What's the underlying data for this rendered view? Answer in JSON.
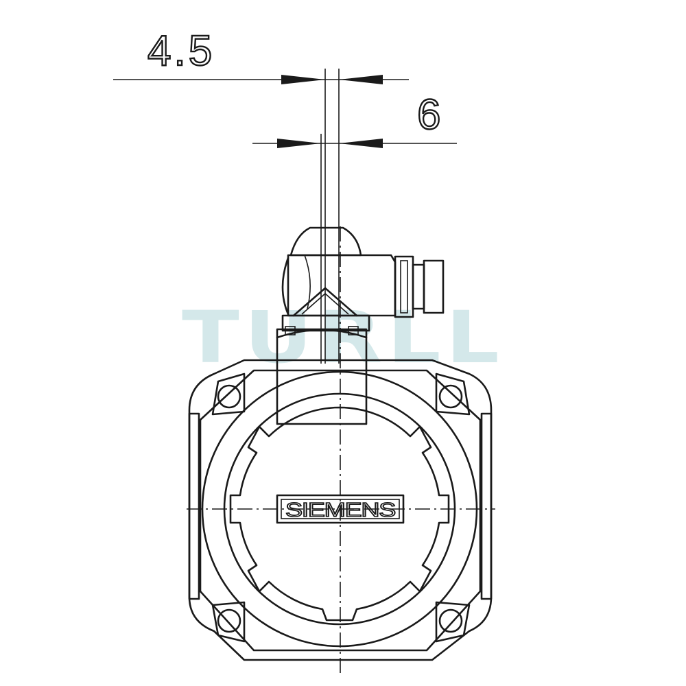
{
  "dimensions": {
    "top": "4.5",
    "second": "6"
  },
  "nameplate": {
    "brand": "SIEMENS"
  },
  "watermark": {
    "text": "TURLL",
    "color": "#b7d8dc"
  },
  "colors": {
    "line": "#1a1a1a",
    "background": "#ffffff"
  }
}
